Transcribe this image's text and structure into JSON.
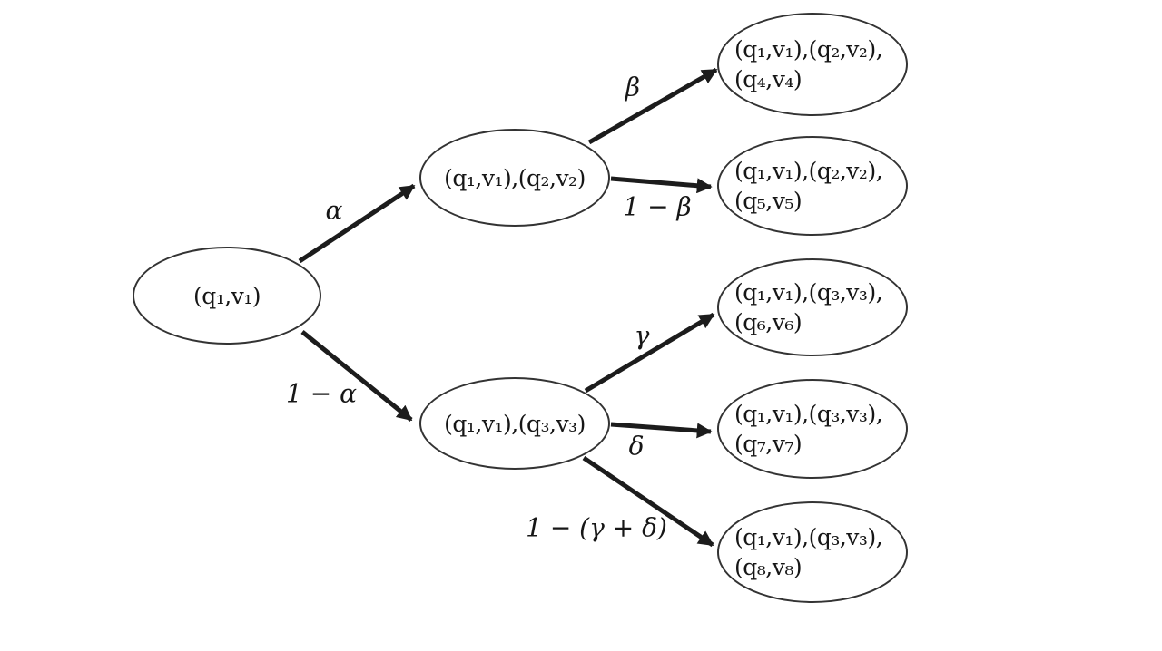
{
  "diagram": {
    "type": "tree",
    "background_color": "#ffffff",
    "edge_color": "#1c1c1c",
    "node_border_color": "#333333",
    "text_color": "#161616",
    "nodes": [
      {
        "id": "root",
        "lines": [
          "(q₁,v₁)"
        ]
      },
      {
        "id": "s12",
        "lines": [
          "(q₁,v₁),(q₂,v₂)"
        ]
      },
      {
        "id": "s13",
        "lines": [
          "(q₁,v₁),(q₃,v₃)"
        ]
      },
      {
        "id": "s124",
        "lines": [
          "(q₁,v₁),(q₂,v₂),",
          "(q₄,v₄)"
        ]
      },
      {
        "id": "s125",
        "lines": [
          "(q₁,v₁),(q₂,v₂),",
          "(q₅,v₅)"
        ]
      },
      {
        "id": "s136",
        "lines": [
          "(q₁,v₁),(q₃,v₃),",
          "(q₆,v₆)"
        ]
      },
      {
        "id": "s137",
        "lines": [
          "(q₁,v₁),(q₃,v₃),",
          "(q₇,v₇)"
        ]
      },
      {
        "id": "s138",
        "lines": [
          "(q₁,v₁),(q₃,v₃),",
          "(q₈,v₈)"
        ]
      }
    ],
    "edges": [
      {
        "from": "root",
        "to": "s12",
        "label": "α"
      },
      {
        "from": "root",
        "to": "s13",
        "label": "1 − α"
      },
      {
        "from": "s12",
        "to": "s124",
        "label": "β"
      },
      {
        "from": "s12",
        "to": "s125",
        "label": "1 − β"
      },
      {
        "from": "s13",
        "to": "s136",
        "label": "γ"
      },
      {
        "from": "s13",
        "to": "s137",
        "label": "δ"
      },
      {
        "from": "s13",
        "to": "s138",
        "label": "1 − (γ + δ)"
      }
    ]
  }
}
